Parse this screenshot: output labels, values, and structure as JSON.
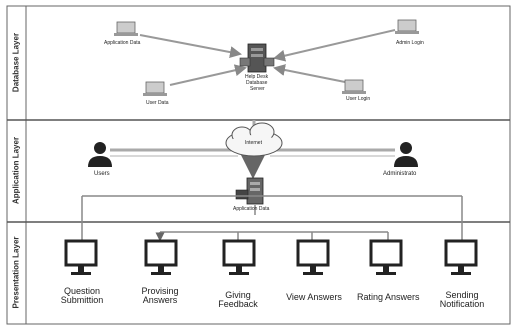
{
  "layers": {
    "database": "Database Layer",
    "application": "Application Layer",
    "presentation": "Presentation Layer"
  },
  "database_nodes": {
    "application_data": "Application Data",
    "server_l1": "Help Desk",
    "server_l2": "Database",
    "server_l3": "Server",
    "admin_login": "Admin Login",
    "user_data": "User Data",
    "user_login": "User Login"
  },
  "application_nodes": {
    "users": "Users",
    "administrator": "Administrato",
    "internet": "Internet",
    "application_data": "Application Data"
  },
  "presentation_nodes": [
    {
      "line1": "Question",
      "line2": "Submittion"
    },
    {
      "line1": "Provising",
      "line2": "Answers"
    },
    {
      "line1": "Giving",
      "line2": "Feedback"
    },
    {
      "line1": "View Answers",
      "line2": ""
    },
    {
      "line1": "Rating Answers",
      "line2": ""
    },
    {
      "line1": "Sending",
      "line2": "Notification"
    }
  ]
}
